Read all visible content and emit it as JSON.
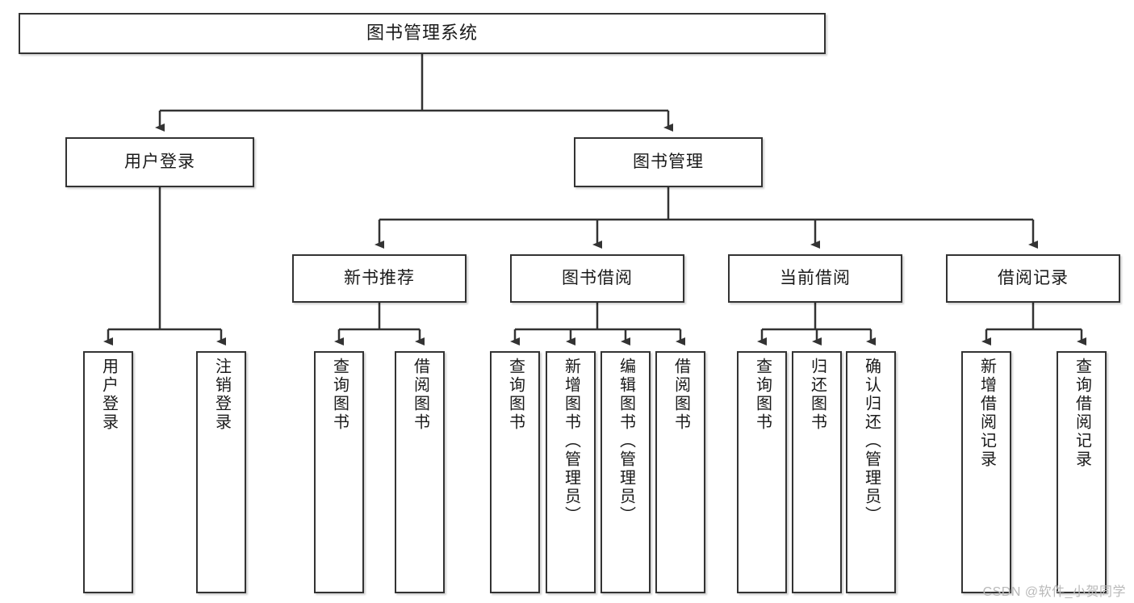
{
  "diagram": {
    "type": "tree",
    "title": "图书管理系统",
    "watermark": "CSDN @软件_小贺同学",
    "root": {
      "label": "图书管理系统"
    },
    "level1": [
      {
        "label": "用户登录"
      },
      {
        "label": "图书管理"
      }
    ],
    "level2": [
      {
        "label": "新书推荐"
      },
      {
        "label": "图书借阅"
      },
      {
        "label": "当前借阅"
      },
      {
        "label": "借阅记录"
      }
    ],
    "leaves": {
      "user_login": [
        {
          "label": "用户登录"
        },
        {
          "label": "注销登录"
        }
      ],
      "new_book_recommend": [
        {
          "label": "查询图书"
        },
        {
          "label": "借阅图书"
        }
      ],
      "book_borrow": [
        {
          "label": "查询图书"
        },
        {
          "label": "新增图书（管理员）"
        },
        {
          "label": "编辑图书（管理员）"
        },
        {
          "label": "借阅图书"
        }
      ],
      "current_borrow": [
        {
          "label": "查询图书"
        },
        {
          "label": "归还图书"
        },
        {
          "label": "确认归还（管理员）"
        }
      ],
      "borrow_record": [
        {
          "label": "新增借阅记录"
        },
        {
          "label": "查询借阅记录"
        }
      ]
    },
    "colors": {
      "stroke": "#333333",
      "fill": "#ffffff",
      "text": "#1a1a1a",
      "watermark": "#b9b9b9"
    }
  }
}
